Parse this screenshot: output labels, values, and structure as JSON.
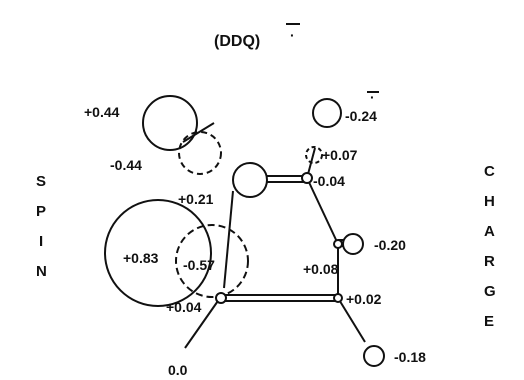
{
  "title": "(DDQ)",
  "charge_sign": "·",
  "side_left": [
    "S",
    "P",
    "I",
    "N"
  ],
  "side_right": [
    "C",
    "H",
    "A",
    "R",
    "G",
    "E"
  ],
  "labels": {
    "o_upper_pos": "+0.44",
    "o_upper_neg": "-0.44",
    "c1_spin": "+0.21",
    "cl_pos": "+0.83",
    "cl_neg": "-0.57",
    "c_low_left": "+0.04",
    "c_bottom": "0.0",
    "o_right_charge": "-0.24",
    "o_right_spin": "+0.07",
    "c_mid_charge": "-0.04",
    "cn_right_charge": "-0.20",
    "c_right_spin": "+0.08",
    "c_low_right": "+0.02",
    "cn_low_charge": "-0.18"
  },
  "colors": {
    "ink": "#111111",
    "background": "#ffffff"
  }
}
